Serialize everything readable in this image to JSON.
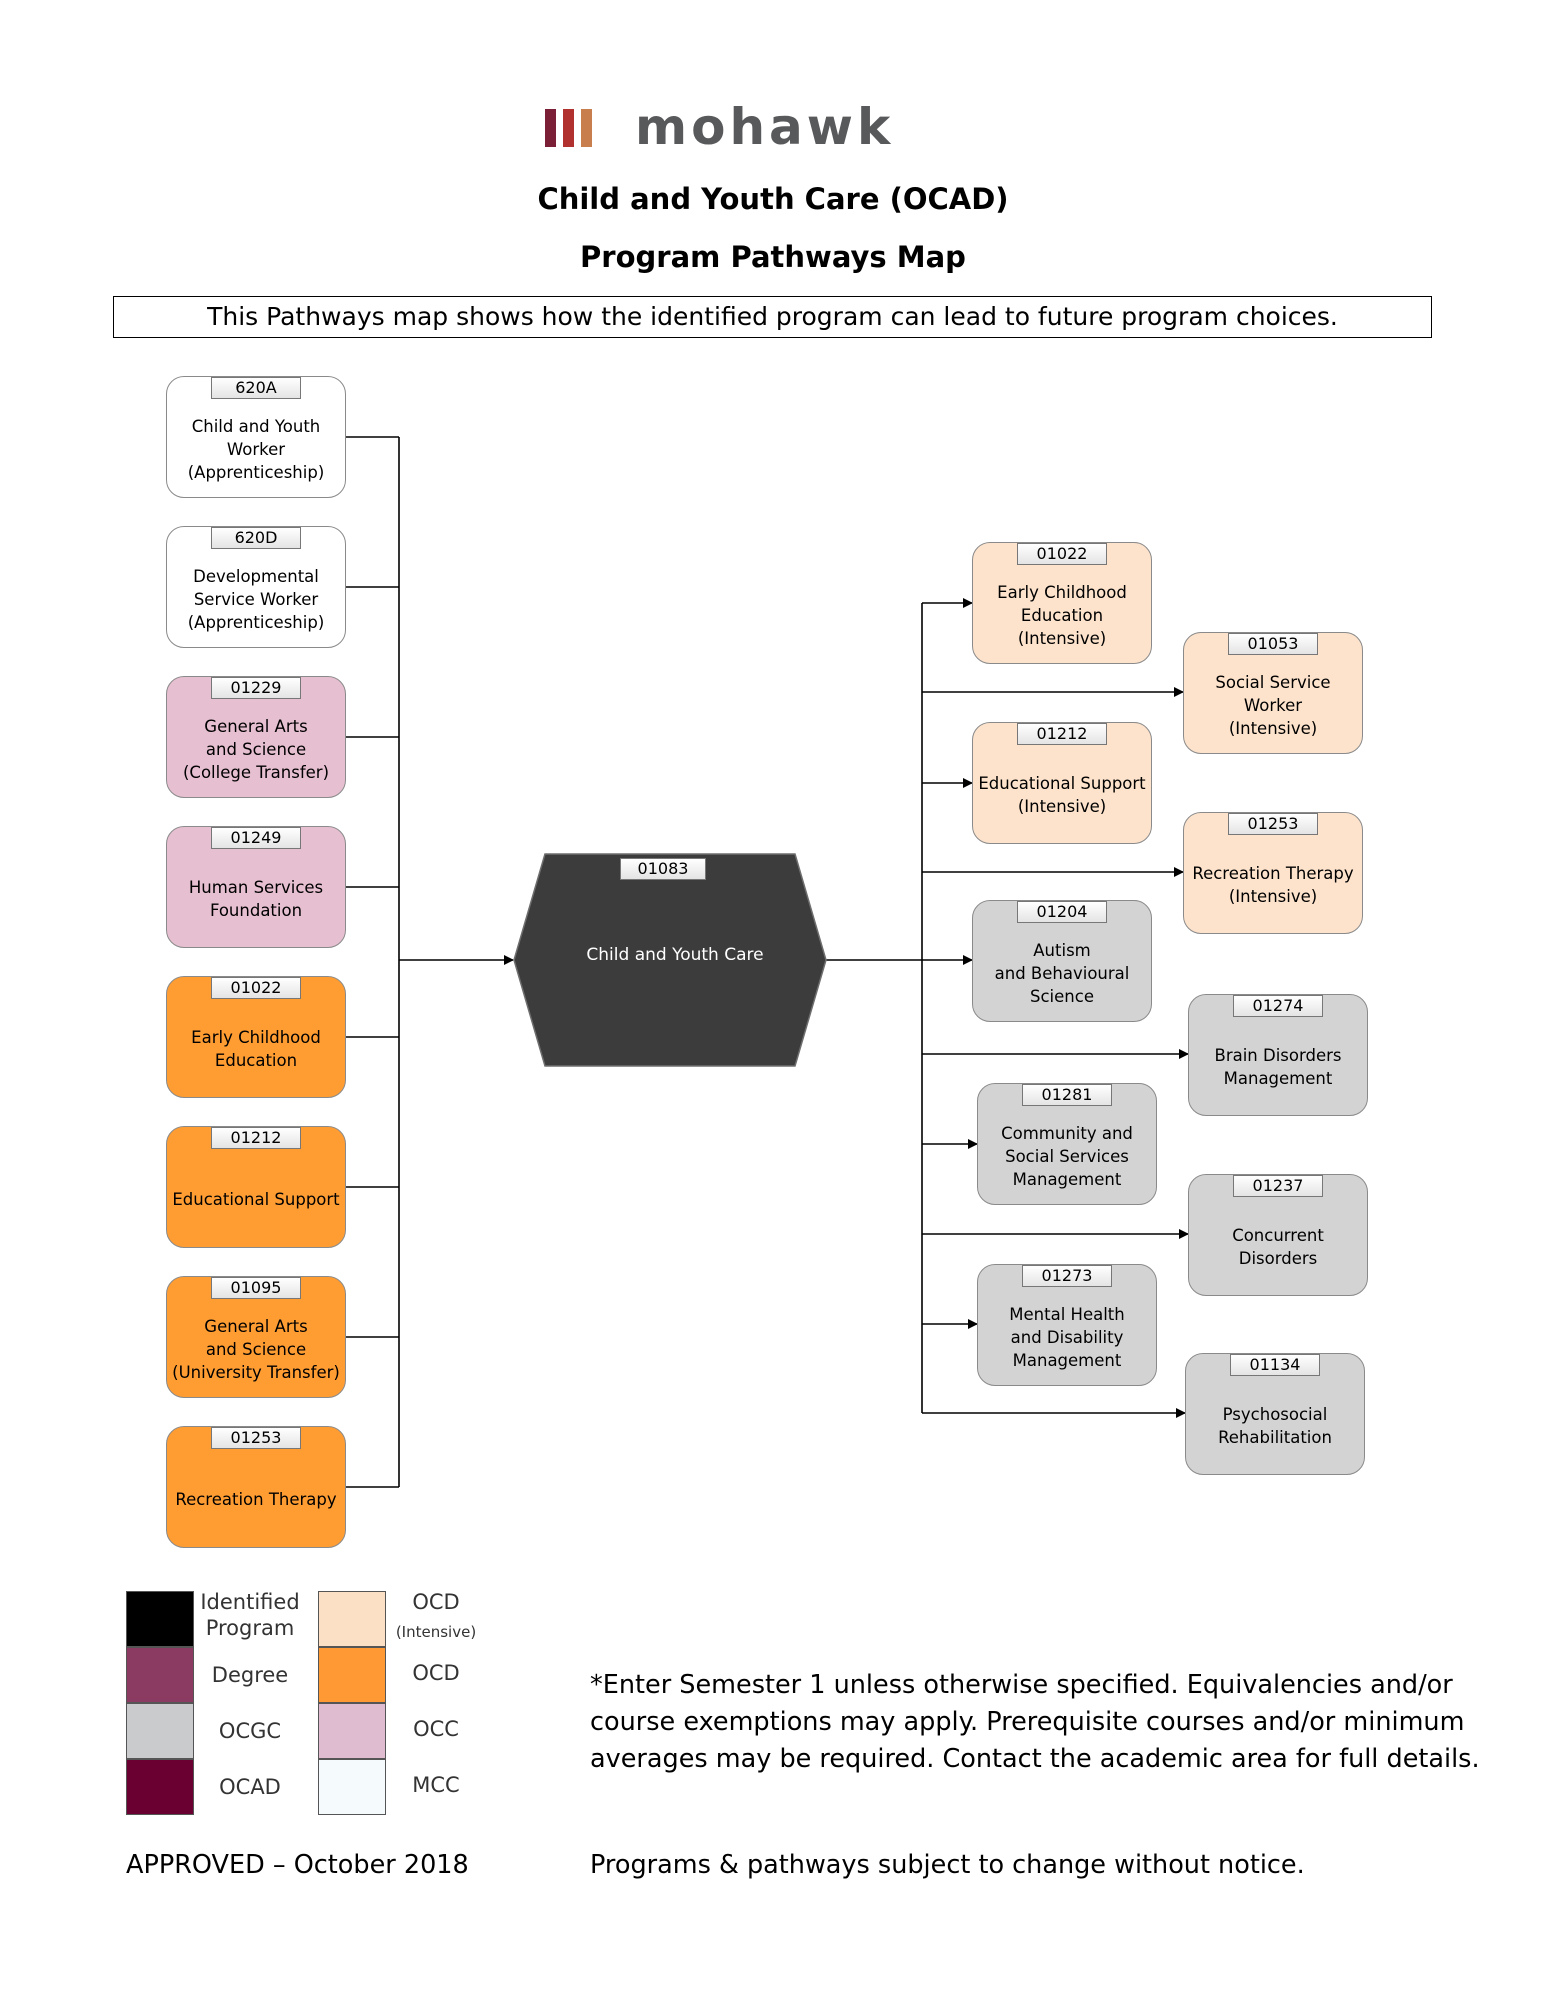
{
  "header": {
    "logo_text": "mohawk",
    "title": "Child and Youth Care (OCAD)",
    "subtitle": "Program Pathways Map",
    "description": "This Pathways map shows how the identified program can lead to future program choices."
  },
  "colors": {
    "identified": "#000000",
    "degree": "#8b3a62",
    "ocgc": "#c9cbcd",
    "ocad": "#6a0032",
    "ocd_intensive": "#fbe0c6",
    "ocd": "#ff9933",
    "occ": "#e0bcd0",
    "mcc": "#f5fafd",
    "logo_bars": [
      "#7a1f35",
      "#b0312e",
      "#c97e4e"
    ]
  },
  "identified_program": {
    "code": "01083",
    "name": "Child and Youth Care"
  },
  "incoming": [
    {
      "code": "620A",
      "name": "Child and Youth\nWorker\n(Apprenticeship)",
      "type": "MCC"
    },
    {
      "code": "620D",
      "name": "Developmental\nService Worker\n(Apprenticeship)",
      "type": "MCC"
    },
    {
      "code": "01229",
      "name": "General Arts\nand Science\n(College Transfer)",
      "type": "OCC"
    },
    {
      "code": "01249",
      "name": "Human Services\nFoundation",
      "type": "OCC"
    },
    {
      "code": "01022",
      "name": "Early Childhood\nEducation",
      "type": "OCD"
    },
    {
      "code": "01212",
      "name": "Educational Support",
      "type": "OCD"
    },
    {
      "code": "01095",
      "name": "General Arts\nand Science\n(University Transfer)",
      "type": "OCD"
    },
    {
      "code": "01253",
      "name": "Recreation Therapy",
      "type": "OCD"
    }
  ],
  "outgoing": [
    {
      "code": "01022",
      "name": "Early Childhood\nEducation\n(Intensive)",
      "type": "OCD Intensive"
    },
    {
      "code": "01053",
      "name": "Social Service\nWorker\n(Intensive)",
      "type": "OCD Intensive"
    },
    {
      "code": "01212",
      "name": "Educational Support\n(Intensive)",
      "type": "OCD Intensive"
    },
    {
      "code": "01253",
      "name": "Recreation Therapy\n(Intensive)",
      "type": "OCD Intensive"
    },
    {
      "code": "01204",
      "name": "Autism\nand Behavioural\nScience",
      "type": "OCGC"
    },
    {
      "code": "01274",
      "name": "Brain Disorders\nManagement",
      "type": "OCGC"
    },
    {
      "code": "01281",
      "name": "Community and\nSocial Services\nManagement",
      "type": "OCGC"
    },
    {
      "code": "01237",
      "name": "Concurrent\nDisorders",
      "type": "OCGC"
    },
    {
      "code": "01273",
      "name": "Mental Health\nand Disability\nManagement",
      "type": "OCGC"
    },
    {
      "code": "01134",
      "name": "Psychosocial\nRehabilitation",
      "type": "OCGC"
    }
  ],
  "legend": {
    "identified": "Identified\nProgram",
    "degree": "Degree",
    "ocgc": "OCGC",
    "ocad": "OCAD",
    "ocd_intensive": "OCD",
    "ocd_intensive_sub": "(Intensive)",
    "ocd": "OCD",
    "occ": "OCC",
    "mcc": "MCC"
  },
  "note": "*Enter Semester 1 unless otherwise specified. Equivalencies and/or course exemptions may apply. Prerequisite courses and/or minimum averages may be required. Contact the academic area for full details.",
  "footer": {
    "approved": "APPROVED – October 2018",
    "disclaimer": "Programs & pathways subject to change without notice."
  }
}
